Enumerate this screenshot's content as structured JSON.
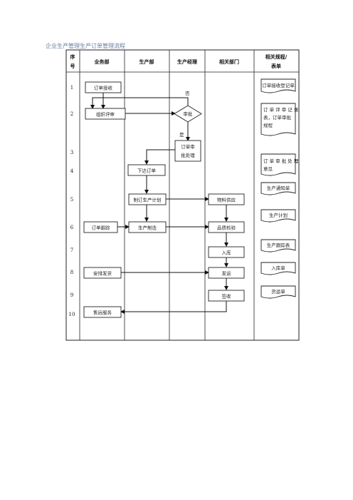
{
  "title": "企业生产管理生产订单管理流程",
  "headers": {
    "seq_line1": "序",
    "seq_line2": "号",
    "business": "业务部",
    "production": "生产部",
    "manager": "生产经理",
    "related": "相关部门",
    "docs_line1": "相关规程/",
    "docs_line2": "表单"
  },
  "row_numbers": [
    "1",
    "2",
    "3",
    "4",
    "5",
    "6",
    "7",
    "8",
    "9",
    "10"
  ],
  "nodes": {
    "order_receive": "订单接收",
    "organize_review": "组织评审",
    "approve": "审批",
    "approve_line1": "订单审",
    "approve_line2": "批处理",
    "issue_order": "下达订单",
    "make_plan": "制订生产计划",
    "material_supply": "物料供应",
    "order_track": "订单跟踪",
    "manufacture": "生产制造",
    "quality_check": "品质检验",
    "warehousing": "入库",
    "arrange_shipping": "安排发货",
    "ship": "发运",
    "sign_receipt": "签收",
    "after_sales": "售后服务"
  },
  "branch_labels": {
    "no": "否",
    "yes": "是"
  },
  "documents": {
    "d1": "订单接收登记单",
    "d2_line1": "订 单 评 审 记 录",
    "d2_line2": "表，订单审批",
    "d2_line3": "规程",
    "d3_line1": "订 单 审 批 处 理",
    "d3_line2": "意见",
    "d4": "生产通知单",
    "d5": "生产计划",
    "d6": "生产跟踪表",
    "d7": "入库单",
    "d8": "货运单"
  }
}
